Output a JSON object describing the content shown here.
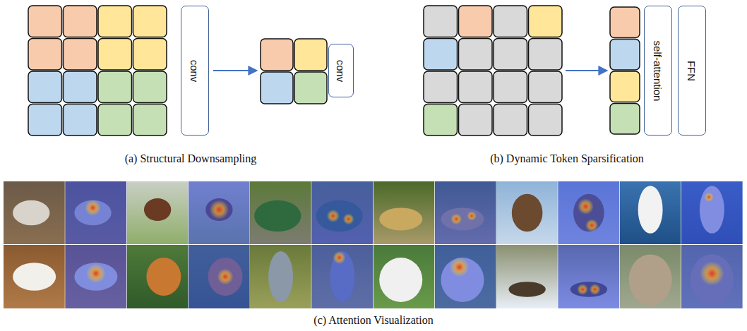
{
  "diagram": {
    "nodes": [
      {
        "text": [
          "conv"
        ]
      },
      {
        "text": [
          "conv"
        ]
      },
      {
        "text": [
          "self-attention"
        ]
      },
      {
        "text": [
          "FFN"
        ]
      }
    ],
    "labels": [
      "(a) Structural Downsampling",
      "(b) Dynamic Token Sparsification",
      "(c) Attention Visualization"
    ]
  }
}
